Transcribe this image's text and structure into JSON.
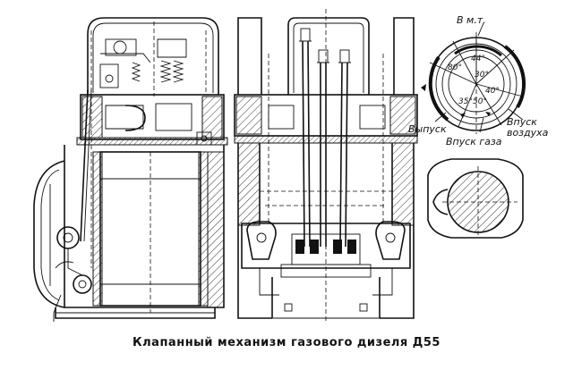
{
  "caption": "Клапанный механизм газового дизеля Д55",
  "timing_diagram": {
    "label_top": "В м.т.",
    "label_exhaust": "Выпуск",
    "label_air_inlet_1": "Впуск",
    "label_air_inlet_2": "воздуха",
    "label_gas_inlet": "Впуск газа",
    "angles": [
      "80°",
      "44°",
      "30°",
      "35°",
      "50°",
      "40°"
    ]
  }
}
